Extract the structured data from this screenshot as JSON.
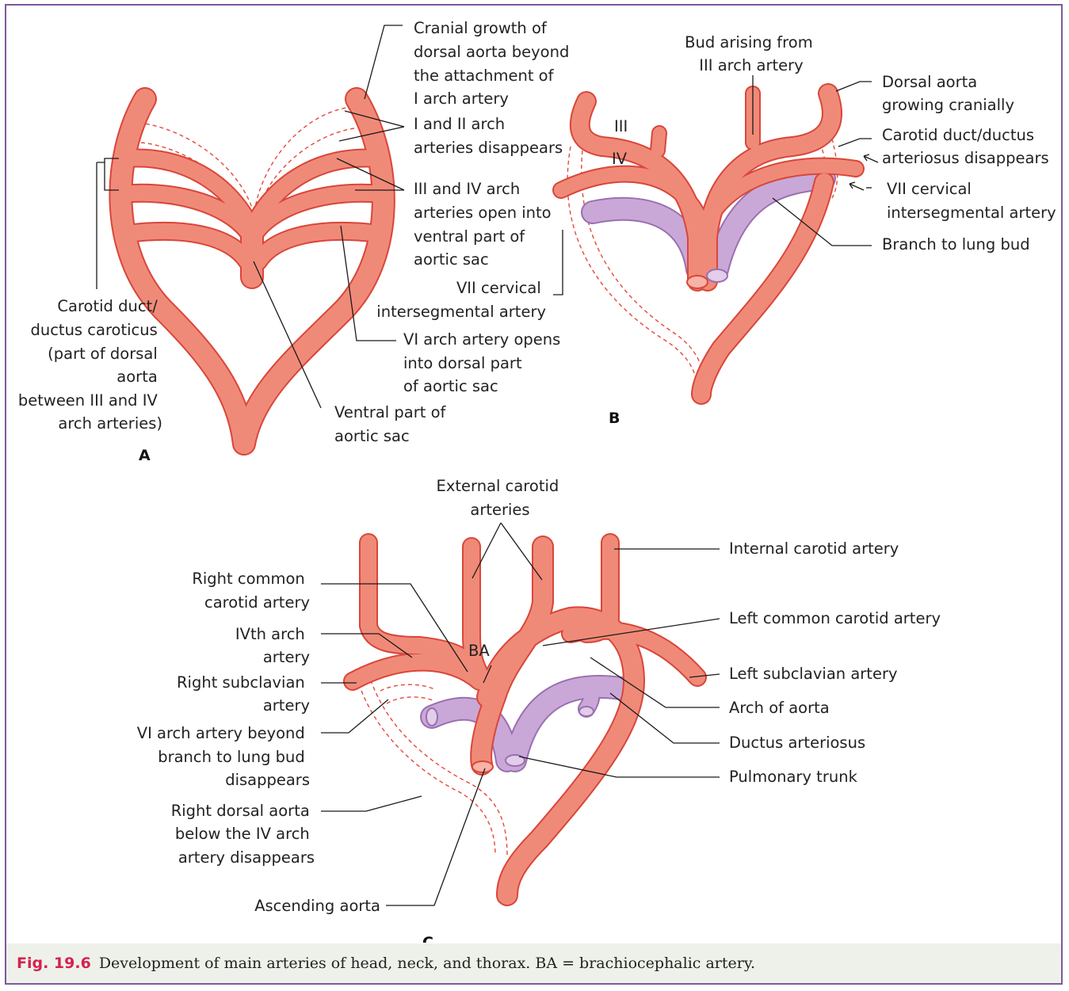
{
  "panel_a": {
    "letter": "A",
    "labels": {
      "cranial_growth": [
        "Cranial growth of",
        "dorsal aorta beyond",
        "the attachment of",
        "I arch artery"
      ],
      "i_ii_disappears": [
        "I and II arch",
        "arteries disappears"
      ],
      "iii_iv_open": [
        "III and IV arch",
        "arteries open into",
        "ventral part of",
        "aortic sac"
      ],
      "carotid_duct": [
        "Carotid duct/",
        "ductus caroticus",
        "(part of dorsal",
        "aorta",
        "between III and IV",
        "arch arteries)"
      ],
      "vi_arch": [
        "VI arch artery opens",
        "into dorsal part",
        "of aortic sac"
      ],
      "ventral_part": [
        "Ventral part of",
        "aortic sac"
      ]
    }
  },
  "panel_b": {
    "letter": "B",
    "arch_iii": "III",
    "arch_iv": "IV",
    "labels": {
      "bud": [
        "Bud arising from",
        "III arch artery"
      ],
      "dorsal_growing": [
        "Dorsal aorta",
        "growing cranially"
      ],
      "carotid_duct": [
        "Carotid duct/ductus",
        "arteriosus disappears"
      ],
      "vii_right": [
        "VII cervical",
        "intersegmental artery"
      ],
      "branch_lung": "Branch to lung bud",
      "vii_left": [
        "VII cervical",
        "intersegmental artery"
      ]
    }
  },
  "panel_c": {
    "letter": "C",
    "ba": "BA",
    "labels": {
      "external_carotid": [
        "External carotid",
        "arteries"
      ],
      "internal_carotid": "Internal carotid artery",
      "right_common": [
        "Right common",
        "carotid artery"
      ],
      "left_common": "Left common carotid artery",
      "ivth_arch": [
        "IVth arch",
        "artery"
      ],
      "right_subclavian": [
        "Right subclavian",
        "artery"
      ],
      "left_subclavian": "Left subclavian artery",
      "arch_aorta": "Arch of aorta",
      "vi_beyond": [
        "VI arch artery beyond",
        "branch to lung bud",
        "disappears"
      ],
      "ductus": "Ductus arteriosus",
      "pulmonary": "Pulmonary trunk",
      "right_dorsal": [
        "Right dorsal aorta",
        "below the IV arch",
        "artery disappears"
      ],
      "ascending": "Ascending aorta"
    }
  },
  "colors": {
    "artery": "#f08a78",
    "artery_edge": "#d9463a",
    "pulmonary": "#c9a8d8",
    "pulmonary_edge": "#9a6fb0",
    "frame": "#7a5aa0",
    "caption_bg": "#eef1e9",
    "caption_label": "#d4224f"
  },
  "caption": {
    "label": "Fig. 19.6",
    "text": "Development of main arteries of head, neck, and thorax. BA = brachiocephalic artery."
  }
}
